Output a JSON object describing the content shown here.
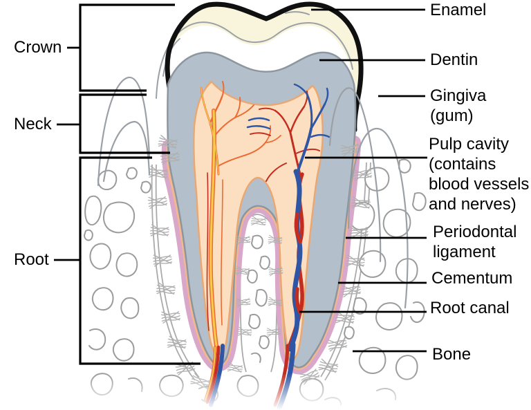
{
  "diagram": {
    "subject": "Tooth anatomy (longitudinal section)",
    "labels": {
      "left": [
        {
          "text": "Crown"
        },
        {
          "text": "Neck"
        },
        {
          "text": "Root"
        }
      ],
      "right": [
        {
          "lines": [
            "Enamel"
          ]
        },
        {
          "lines": [
            "Dentin"
          ]
        },
        {
          "lines": [
            "Gingiva",
            "(gum)"
          ]
        },
        {
          "lines": [
            "Pulp cavity",
            "(contains",
            "blood vessels",
            "and nerves)"
          ]
        },
        {
          "lines": [
            "Periodontal",
            "ligament"
          ]
        },
        {
          "lines": [
            "Cementum"
          ]
        },
        {
          "lines": [
            "Root canal"
          ]
        },
        {
          "lines": [
            "Bone"
          ]
        }
      ]
    },
    "colors": {
      "enamel": "#f8f5dc",
      "dentin": "#b3c0cb",
      "dentin_edge": "#8d969e",
      "pulp": "#fcdfc0",
      "pulp_edge": "#e9a873",
      "artery": "#c22d20",
      "vein": "#2f55a5",
      "nerve_orange": "#ec6b33",
      "nerve_yellow": "#f9cb4a",
      "cementum": "#d9a7c9",
      "cementum_inner": "#f4b88e",
      "outline": "#101010",
      "label_text": "#000000"
    }
  }
}
